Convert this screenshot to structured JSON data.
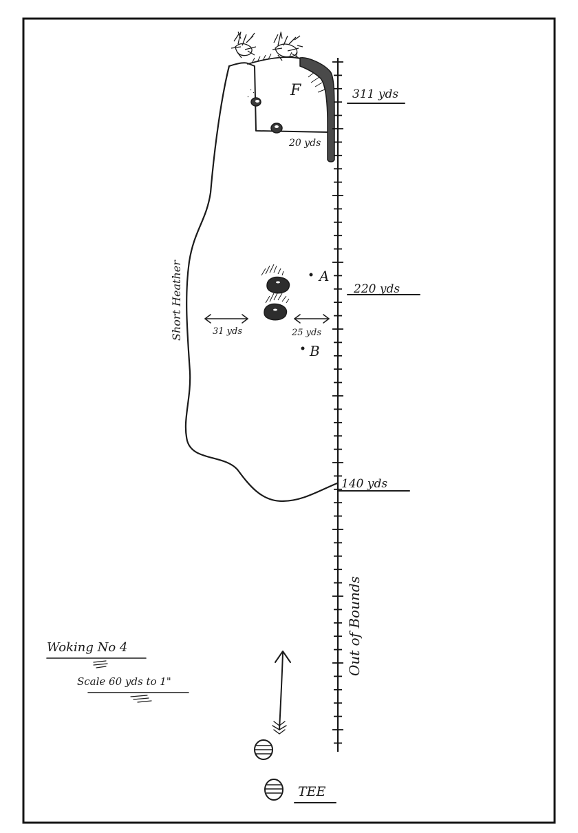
{
  "hole_plan": {
    "course_label": "Woking No 4",
    "scale_label": "Scale 60 yds to 1\"",
    "boundary_label": "Out of Bounds",
    "rough_label": "Short Heather",
    "tee_label": "TEE",
    "green_label": "F",
    "distance_markers": [
      {
        "label": "311 yds"
      },
      {
        "label": "220 yds"
      },
      {
        "label": "140 yds"
      }
    ],
    "bunker_offsets": {
      "left": "31 yds",
      "right": "25 yds",
      "green_bunker": "20 yds"
    },
    "positions": {
      "a": "A",
      "b": "B"
    }
  }
}
